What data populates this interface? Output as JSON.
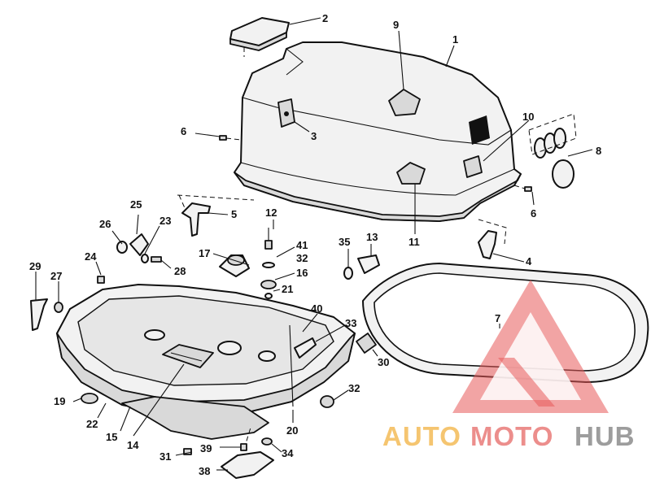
{
  "callouts": [
    "1",
    "2",
    "3",
    "4",
    "5",
    "6",
    "6",
    "7",
    "8",
    "9",
    "10",
    "11",
    "12",
    "13",
    "14",
    "15",
    "16",
    "17",
    "19",
    "20",
    "21",
    "22",
    "23",
    "24",
    "25",
    "26",
    "27",
    "28",
    "29",
    "30",
    "31",
    "32",
    "32",
    "33",
    "34",
    "35",
    "38",
    "39",
    "40",
    "41"
  ],
  "watermark": {
    "brand_part1": "AUTO",
    "brand_part2": "MOTO",
    "brand_part3": "HUB",
    "colors": {
      "auto": "#f2b64c",
      "moto": "#e7726f",
      "hub": "#8c8c8c",
      "logo": "#e85a5a"
    }
  }
}
